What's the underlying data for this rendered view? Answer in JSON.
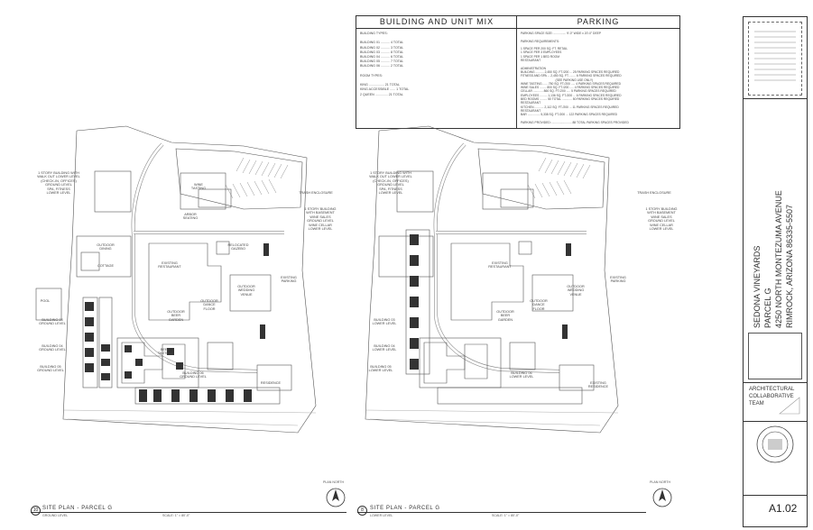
{
  "unit_mix": {
    "title": "BUILDING AND UNIT MIX",
    "lines": [
      "BUILDING TYPES:",
      "",
      "BUILDING 01 .......... 4 TOTAL",
      "BUILDING 02 .......... 3 TOTAL",
      "BUILDING 03 .......... 8 TOTAL",
      "BUILDING 04 .......... 6 TOTAL",
      "BUILDING 05 .......... 7 TOTAL",
      "BUILDING 06 .......... 2 TOTAL",
      "",
      "ROOM TYPES:",
      "",
      "KING ................. 21 TOTAL",
      "KING ACCESSIBLE ...... 1 TOTAL",
      "2 QUEEN .............. 21 TOTAL"
    ]
  },
  "parking": {
    "title": "PARKING",
    "lines": [
      "PARKING SPACE SIZE: ............... 9'-0\" WIDE x 20'-0\" DEEP",
      "",
      "PARKING REQUIREMENTS:",
      "",
      "1 SPACE PER 200 SQ. FT. RETAIL",
      "1 SPACE PER 3 EMPLOYEES",
      "1 SPACE PER 1 BED ROOM",
      "RESTAURANT",
      "",
      "ADMINISTRATION",
      "BUILDING .......... 2,450 SQ. FT./200 ... 25 PARKING SPACES REQUIRED",
      "FITNESS AND SPA ... 2,450 SQ. FT. ....... 6 PARKING SPACES REQUIRED",
      "                                          (SEE PARKING USE ONLY)",
      "WINE TASTING ...... 750 SQ. FT./200 ..... 4 PARKING SPACES REQUIRED",
      "WINE SALES ........ 800 SQ. FT./200 ..... 4 PARKING SPACES REQUIRED",
      "CELLAR ............ 860 SQ. FT./200 ..... 5 PARKING SPACES REQUIRED",
      "EMPLOYEES ......... 1,136 SQ. FT./200 ... 6 PARKING SPACES REQUIRED",
      "BED ROOMS ......... 50 TOTAL ............ 50 PARKING SPACES REQUIRED",
      "RESTAURANT",
      "KITCHEN ........... 2,112 SQ. FT./200 ... 11 PARKING SPACES REQUIRED",
      "RESTAURANT",
      "BAR ............... 5,338 SQ. FT./200 ... 122 PARKING SPACES REQUIRED",
      "",
      "PARKING PROVIDED: ........................ 88 TOTAL PARKING SPACES PROVIDED"
    ]
  },
  "plan_left": {
    "labels": {
      "story1": "1 STORY BUILDING WITH\nWALK OUT LOWER LEVEL\n(CHECK-IN, OFFICES)\nGROUND LEVEL\nSPA, FITNESS\nLOWER LEVEL",
      "wine": "WINE\nTASTING",
      "arbor": "ARBOR\nSEATING",
      "story1b": "1 STORY BUILDING\nWITH BASEMENT\nWINE SALES\nGROUND LEVEL\nWINE CELLAR\nLOWER LEVEL",
      "trash": "TRASH ENCLOSURE",
      "outdoor_dining": "OUTDOOR\nDINING",
      "cottage": "COTTAGE",
      "existing_rest": "EXISTING\nRESTAURANT",
      "relocated": "RELOCATED\nGAZEBO",
      "existing_parking": "EXISTING\nPARKING",
      "outdoor_wedding": "OUTDOOR\nWEDDING\nVENUE",
      "dance": "OUTDOOR\nDANCE\nFLOOR",
      "beer_garden": "OUTDOOR\nBEER\nGARDEN",
      "beer_tasting": "BEER\nTASTING",
      "pool": "POOL",
      "residence": "RESIDENCE",
      "b03": "BUILDING 03\nGROUND LEVEL",
      "b04": "BUILDING 04\nGROUND LEVEL",
      "b05": "BUILDING 05\nGROUND LEVEL",
      "b06": "BUILDING 06\nGROUND LEVEL"
    },
    "caption": "SITE PLAN - PARCEL G",
    "sub_left": "GROUND LEVEL",
    "sub_right": "SCALE: 1\" = 80'-0\"",
    "num": "10"
  },
  "plan_right": {
    "labels": {
      "story1": "1 STORY BUILDING WITH\nWALK OUT LOWER LEVEL\n(CHECK-IN, OFFICES)\nGROUND LEVEL\nSPA, FITNESS\nLOWER LEVEL",
      "story1b": "1 STORY BUILDING\nWITH BASEMENT\nWINE SALES\nGROUND LEVEL\nWINE CELLAR\nLOWER LEVEL",
      "trash": "TRASH ENCLOSURE",
      "existing_rest": "EXISTING\nRESTAURANT",
      "existing_parking": "EXISTING\nPARKING",
      "outdoor_wedding": "OUTDOOR\nWEDDING\nVENUE",
      "dance": "OUTDOOR\nDANCE\nFLOOR",
      "beer_garden": "OUTDOOR\nBEER\nGARDEN",
      "residence": "EXISTING\nRESIDENCE",
      "b03": "BUILDING 03\nLOWER LEVEL",
      "b04": "BUILDING 04\nLOWER LEVEL",
      "b05": "BUILDING 05\nLOWER LEVEL",
      "b06": "BUILDING 06\nLOWER LEVEL"
    },
    "caption": "SITE PLAN - PARCEL G",
    "sub_left": "LOWER LEVEL",
    "sub_right": "SCALE: 1\" = 80'-0\"",
    "num": "8"
  },
  "north": "PLAN NORTH",
  "title_block": {
    "project_line1": "SEDONA VINEYARDS",
    "project_line2": "PARCEL G",
    "project_line3": "4250 NORTH MONTEZUMA AVENUE",
    "project_line4": "RIMROCK, ARIZONA 86335-5507",
    "firm_line1": "ARCHITECTURAL",
    "firm_line2": "COLLABORATIVE",
    "firm_line3": "TEAM",
    "sheet": "A1.02"
  }
}
